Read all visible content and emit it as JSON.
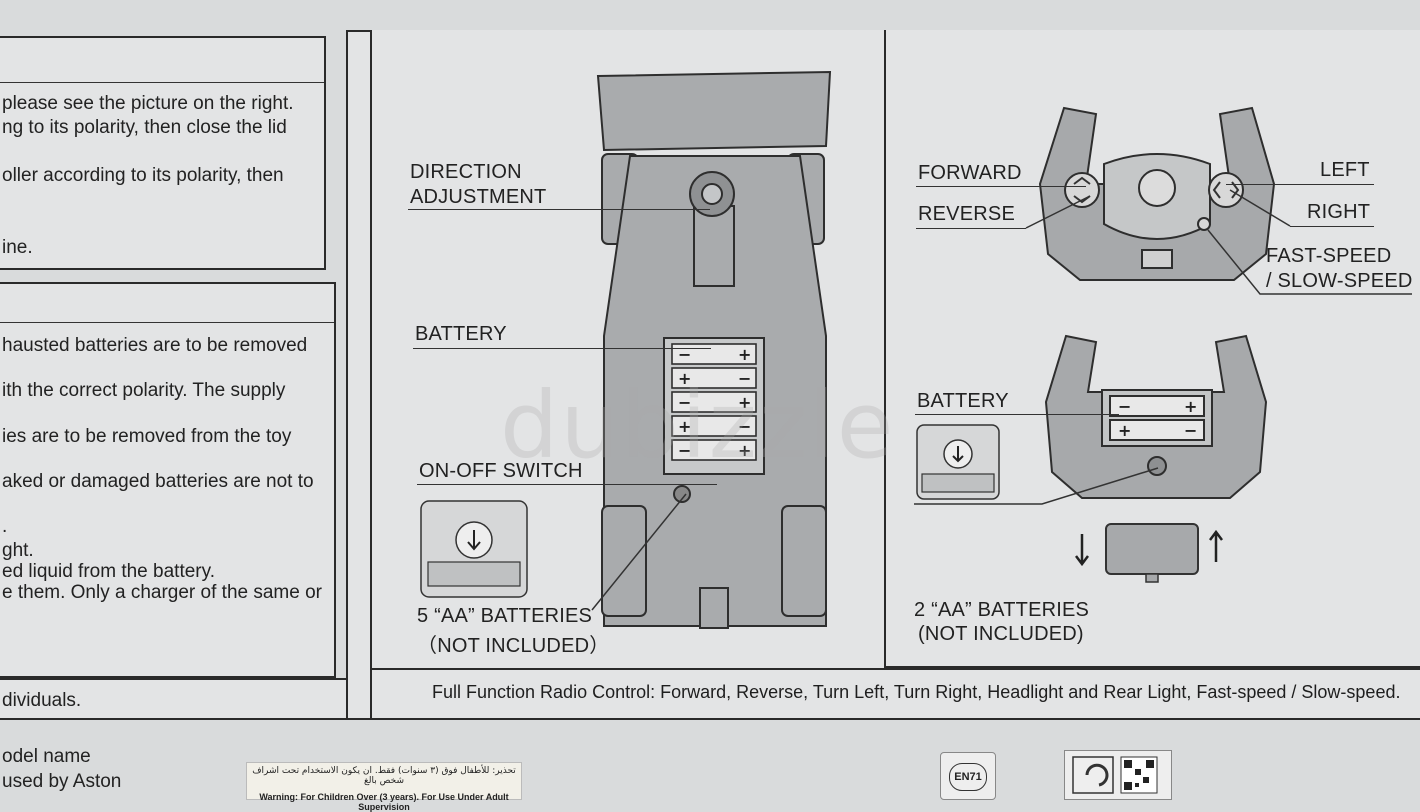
{
  "left_panel": {
    "section1_lines": [
      "please see the picture on the right.",
      "ng to its polarity, then close the lid",
      "oller according to its polarity, then",
      "ine."
    ],
    "section2_lines": [
      "hausted batteries are to be removed",
      "ith  the  correct  polarity.  The  supply",
      "ies  are  to  be  removed  from  the  toy",
      "aked or damaged batteries are not to",
      ".",
      "ght.",
      "ed liquid from the battery.",
      "e them. Only a charger of the same or"
    ],
    "footer_line": "dividuals."
  },
  "car_diagram": {
    "direction_label_1": "DIRECTION",
    "direction_label_2": "ADJUSTMENT",
    "battery_label": "BATTERY",
    "switch_label": "ON-OFF SWITCH",
    "batteries_label_1": "5 “AA” BATTERIES",
    "batteries_label_2": "（NOT INCLUDED）"
  },
  "remote_diagram": {
    "forward": "FORWARD",
    "reverse": "REVERSE",
    "left": "LEFT",
    "right": "RIGHT",
    "speed_1": "FAST-SPEED",
    "speed_2": "/ SLOW-SPEED",
    "battery_label": "BATTERY",
    "batteries_label_1": "2 “AA” BATTERIES",
    "batteries_label_2": "(NOT INCLUDED)"
  },
  "caption": "Full Function Radio Control: Forward, Reverse, Turn Left, Turn Right, Headlight and Rear Light, Fast-speed / Slow-speed.",
  "bottom": {
    "line1": "odel name",
    "line2": "used by Aston",
    "warning_ar": "تحذير: للأطفال فوق (٣ سنوات) فقط. ان يكون الاستخدام تحت اشراف شخص بالغ",
    "warning_en": "Warning: For Children Over (3 years). For Use Under Adult Supervision",
    "badge_text": "EN71"
  },
  "watermark": "dubizzle",
  "battery_signs": {
    "plus": "+",
    "minus": "−"
  }
}
